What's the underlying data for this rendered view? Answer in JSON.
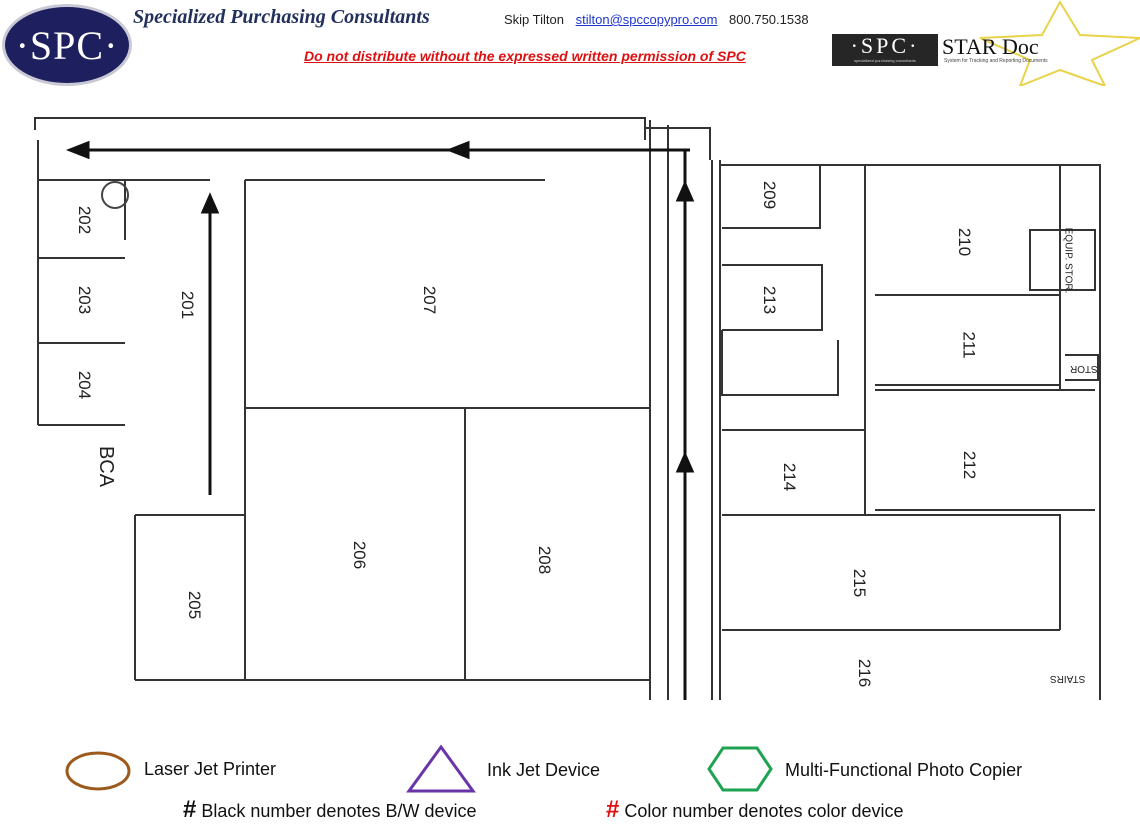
{
  "header": {
    "logo_text": "·SPC·",
    "company": "Specialized Purchasing Consultants",
    "contact_name": "Skip Tilton",
    "contact_email": "stilton@spccopypro.com",
    "contact_phone": "800.750.1538",
    "warning": "Do not distribute without the expressed written permission of SPC",
    "star_logo": "·SPC·",
    "star_logo_sub": "specialized purchasing consultants",
    "star_title": "STAR Doc",
    "star_subtitle": "System for Tracking and Reporting Documents"
  },
  "floorplan": {
    "rooms": [
      "202",
      "203",
      "204",
      "201",
      "207",
      "206",
      "208",
      "205",
      "209",
      "213",
      "214",
      "210",
      "211",
      "212",
      "215",
      "216"
    ],
    "labels": {
      "bca": "BCA",
      "equip_stor": "EQUIP. STOR.",
      "stor": "STOR",
      "stairs": "STAIRS"
    }
  },
  "legend": {
    "laser": "Laser Jet Printer",
    "inkjet": "Ink Jet Device",
    "mfp": "Multi-Functional Photo Copier",
    "hash": "#",
    "bw": "Black number denotes B/W device",
    "color": "Color number denotes color device",
    "colors": {
      "laser": "#9c5a1c",
      "inkjet": "#6a35a8",
      "mfp": "#1ea352",
      "color_hash": "#e01010"
    }
  }
}
